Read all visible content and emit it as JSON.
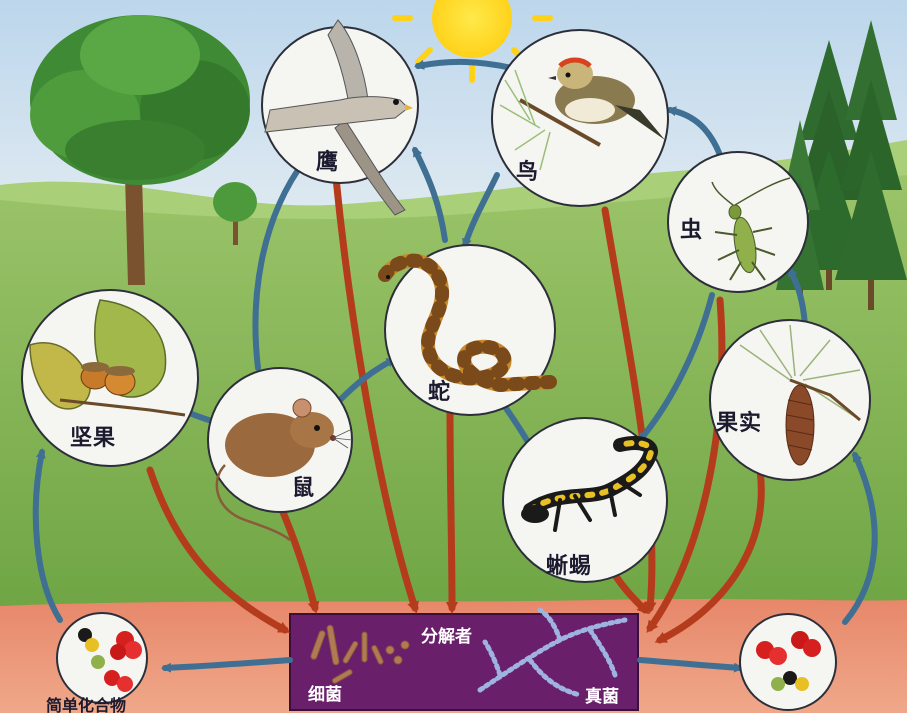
{
  "nodes": {
    "hawk": "鹰",
    "bird": "鸟",
    "insect": "虫",
    "snake": "蛇",
    "nuts": "坚果",
    "mouse": "鼠",
    "lizard": "蜥蜴",
    "fruit": "果实"
  },
  "decomposers": {
    "title": "分解者",
    "bacteria": "细菌",
    "fungi": "真菌"
  },
  "simple_compounds": "简单化合物",
  "colors": {
    "sky": "#cfe2f0",
    "grass": "#86b85a",
    "soil": "#e07a5a",
    "decomposer_box": "#6a1f6b",
    "feeding_arrow": "#3f6f93",
    "decay_arrow": "#b43c1c"
  }
}
